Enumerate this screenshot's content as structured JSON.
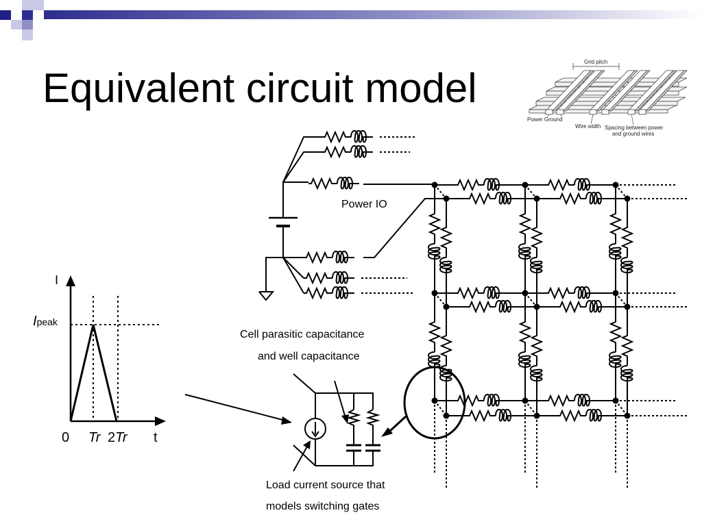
{
  "slide": {
    "title": "Equivalent circuit model"
  },
  "inset": {
    "grid_pitch": "Grid pitch",
    "power_ground": "Power Ground",
    "wire_width": "Wire width",
    "spacing_line1": "Spacing between power",
    "spacing_line2": "and ground wires"
  },
  "graph": {
    "y_label": "I",
    "peak_label_main": "I",
    "peak_label_sub": "peak",
    "x_origin": "0",
    "x_tick1": "Tr",
    "x_tick2_prefix": "2",
    "x_tick2": "Tr",
    "x_label": "t"
  },
  "labels": {
    "power_io": "Power IO",
    "cap_line1": "Cell parasitic capacitance",
    "cap_line2": "and well capacitance",
    "load_line1": "Load current source that",
    "load_line2": "models switching gates"
  },
  "colors": {
    "header_blue": "#2e2e8f",
    "header_light": "#8c8cc8"
  }
}
